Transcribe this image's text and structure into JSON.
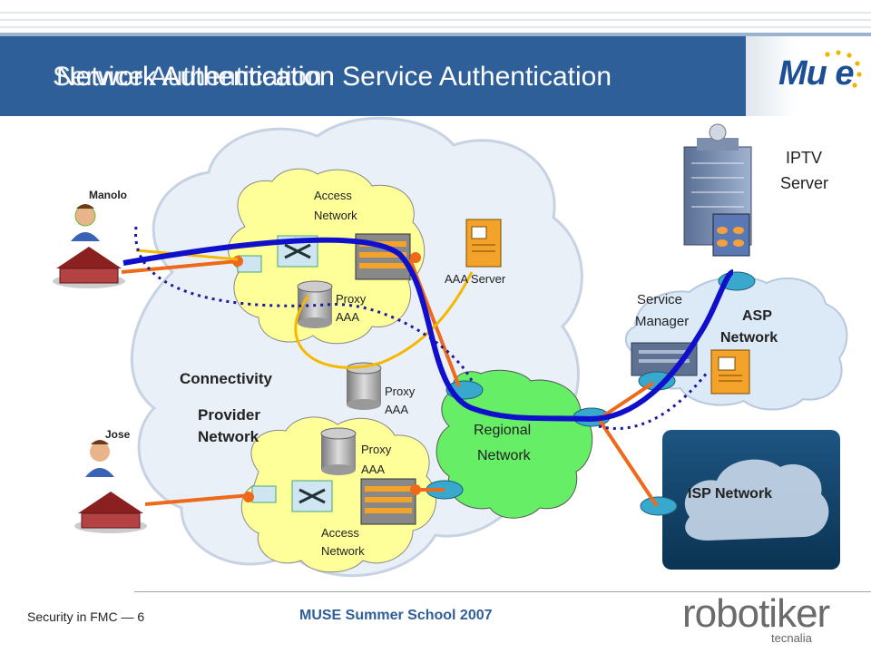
{
  "slide": {
    "title_back1": "Network Authentication",
    "title_back2": "Service Authentication",
    "title": "Network Authentication Service Authentication"
  },
  "logo": {
    "text": "Mu e"
  },
  "labels": {
    "manolo": "Manolo",
    "jose": "Jose",
    "access_network_top_1": "Access",
    "access_network_top_2": "Network",
    "access_network_bottom_1": "Access",
    "access_network_bottom_2": "Network",
    "aaa_server": "AAA Server",
    "proxy_aaa_top_1": "Proxy",
    "proxy_aaa_top_2": "AAA",
    "proxy_aaa_mid_1": "Proxy",
    "proxy_aaa_mid_2": "AAA",
    "proxy_aaa_bottom_1": "Proxy",
    "proxy_aaa_bottom_2": "AAA",
    "connectivity_1": "Connectivity",
    "connectivity_2": "Provider",
    "connectivity_3": "Network",
    "regional_1": "Regional",
    "regional_2": "Network",
    "iptv_1": "IPTV",
    "iptv_2": "Server",
    "service_manager_1": "Service",
    "service_manager_2": "Manager",
    "asp_1": "ASP",
    "asp_2": "Network",
    "isp": "ISP Network"
  },
  "footer": {
    "left": "Security in FMC — 6",
    "center": "MUSE Summer School 2007",
    "brand": "robotiker",
    "brand_sub": "tecnalia"
  },
  "colors": {
    "header": "#2f5f99",
    "cloud": "#ffff99",
    "connectivity_cloud": "#e8eef6",
    "asp_cloud": "#dce9f7",
    "isp_box": "#0f3a5e",
    "blue_path": "#1010cc",
    "orange_path": "#ee6a1a",
    "yellow_path": "#f5b800",
    "dotted_path": "#1a1aa0"
  }
}
